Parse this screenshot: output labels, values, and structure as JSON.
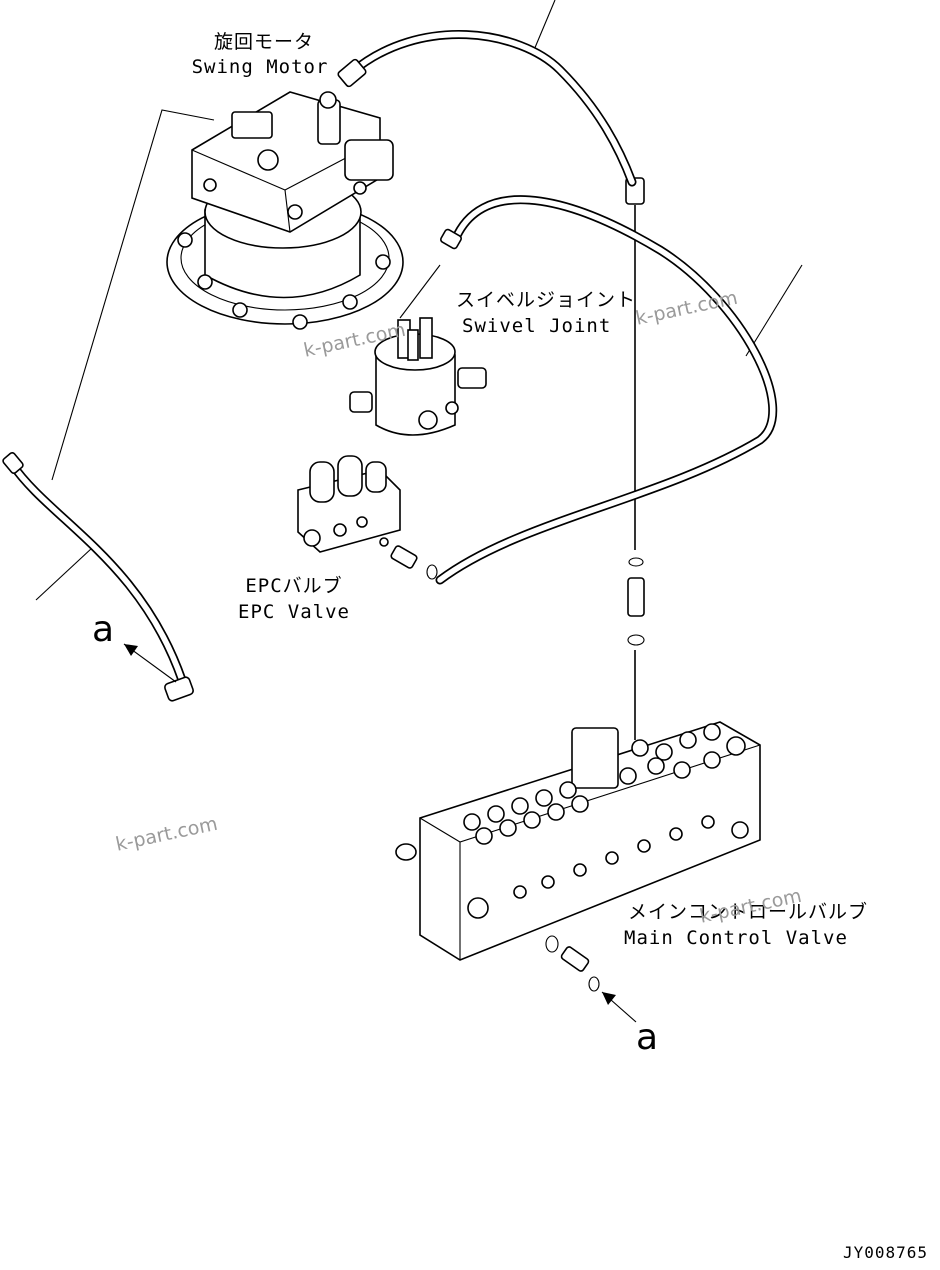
{
  "labels": {
    "swing_motor_jp": "旋回モータ",
    "swing_motor_en": "Swing Motor",
    "swivel_joint_jp": "スイベルジョイント",
    "swivel_joint_en": "Swivel Joint",
    "epc_valve_jp": "EPCバルブ",
    "epc_valve_en": "EPC Valve",
    "main_control_valve_jp": "メインコントロールバルブ",
    "main_control_valve_en": "Main Control Valve"
  },
  "callouts": {
    "a_upper": "a",
    "a_lower": "a"
  },
  "watermarks": [
    "k-part.com",
    "k-part.com",
    "k-part.com",
    "k-part.com"
  ],
  "drawing_code": "JY008765"
}
